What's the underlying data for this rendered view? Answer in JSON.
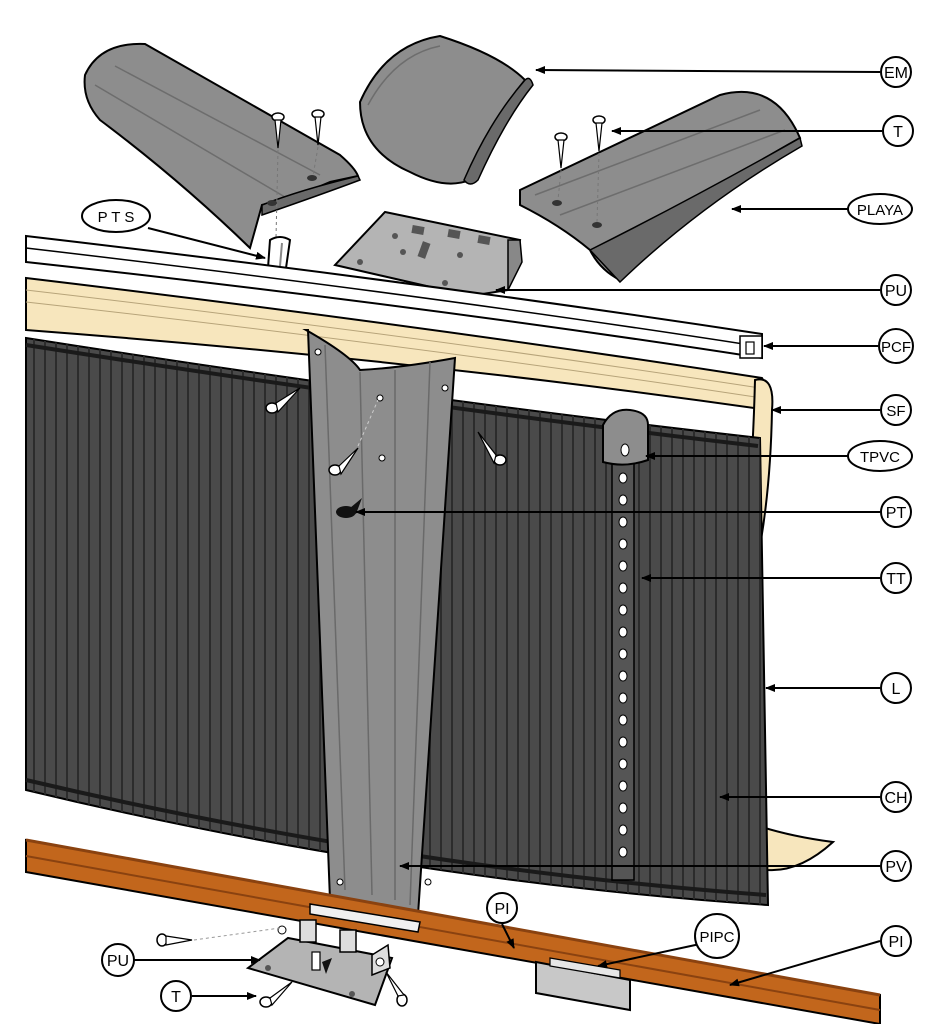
{
  "diagram": {
    "labels": {
      "em": "EM",
      "t_top": "T",
      "playa": "PLAYA",
      "pts": "P T S",
      "pu_top": "PU",
      "pcf": "PCF",
      "sf": "SF",
      "tpvc": "TPVC",
      "pt": "PT",
      "tt": "TT",
      "l": "L",
      "ch": "CH",
      "pv": "PV",
      "pi_left": "PI",
      "pipc": "PIPC",
      "pi_right": "PI",
      "pu_bottom": "PU",
      "t_bottom": "T"
    }
  },
  "colors": {
    "panel_fill": "#4a4a4a",
    "panel_rib": "#2c2c2c",
    "metal_part": "#8d8d8d",
    "metal_part_light": "#b4b4b4",
    "liner": "#f7e6bd",
    "rail": "#c2661c",
    "rail_dark": "#8a4210",
    "outline": "#000000"
  }
}
